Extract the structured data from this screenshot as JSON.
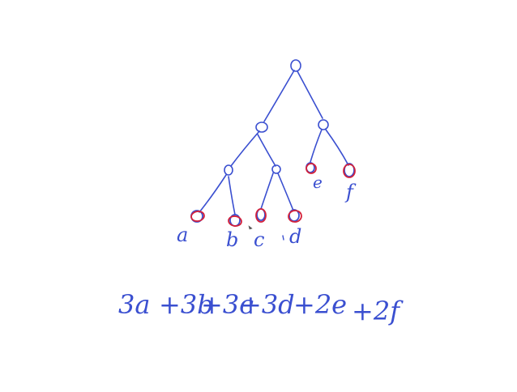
{
  "colors": {
    "ink": "#3a4fd0",
    "highlight": "#d4213a",
    "background": "#ffffff"
  },
  "tree": {
    "leaf_labels": [
      "a",
      "b",
      "c",
      "d",
      "e",
      "f"
    ]
  },
  "formula": {
    "terms": [
      "3a",
      "+3b",
      "+3c",
      "+3d",
      "+2e",
      "+2f"
    ]
  }
}
